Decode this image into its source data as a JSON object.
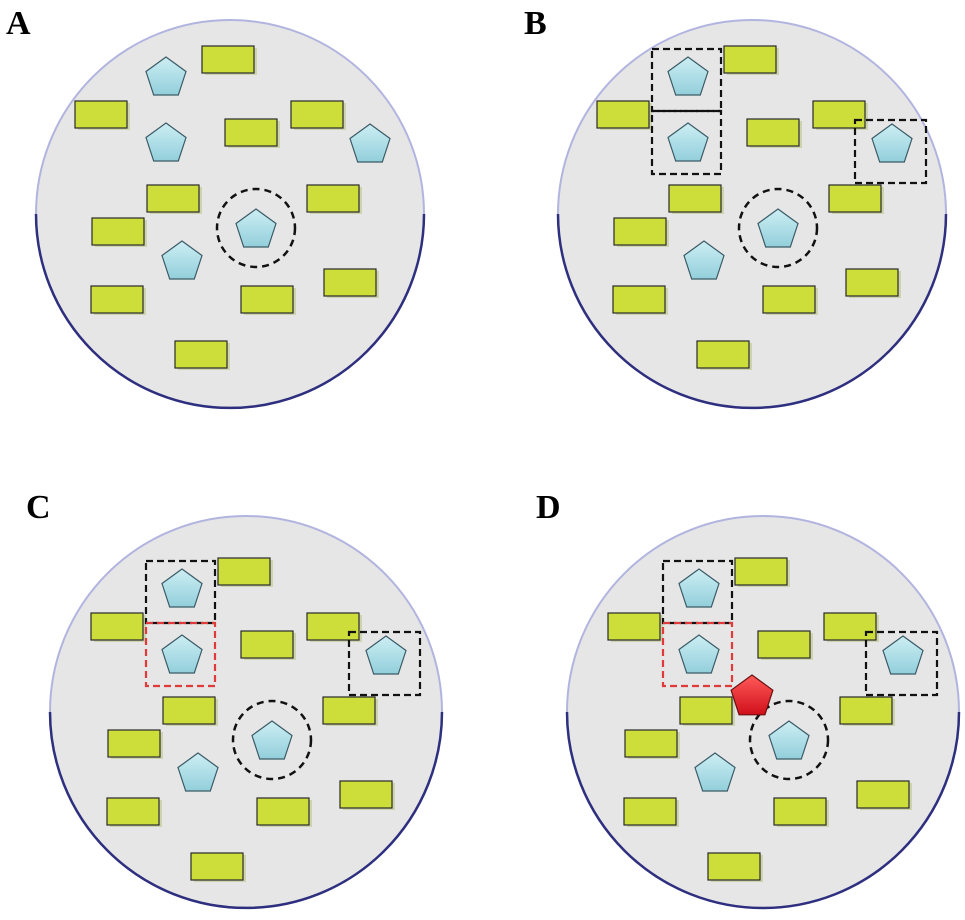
{
  "colors": {
    "disc_fill": "#e6e6e6",
    "disc_stroke_dark": "#2e2f7f",
    "disc_stroke_light": "#b2b4e0",
    "rectangle_fill": "#cddd3a",
    "rectangle_stroke": "#2a2a2a",
    "pentagon_fill": "#a7dbe3",
    "pentagon_stroke": "#3a5a66",
    "red_pentagon_fill": "#e8202a",
    "dashed_black": "#111111",
    "dashed_red": "#e03a3a",
    "label_color": "#000000"
  },
  "icons": {
    "rectangle": "yellow-green-rectangle",
    "pentagon": "light-blue-pentagon",
    "highlighted_pentagon": "red-pentagon",
    "target_marker": "dashed-circle",
    "selection_box": "dashed-square"
  },
  "panels": [
    {
      "label": "A"
    },
    {
      "label": "B"
    },
    {
      "label": "C"
    },
    {
      "label": "D"
    }
  ]
}
